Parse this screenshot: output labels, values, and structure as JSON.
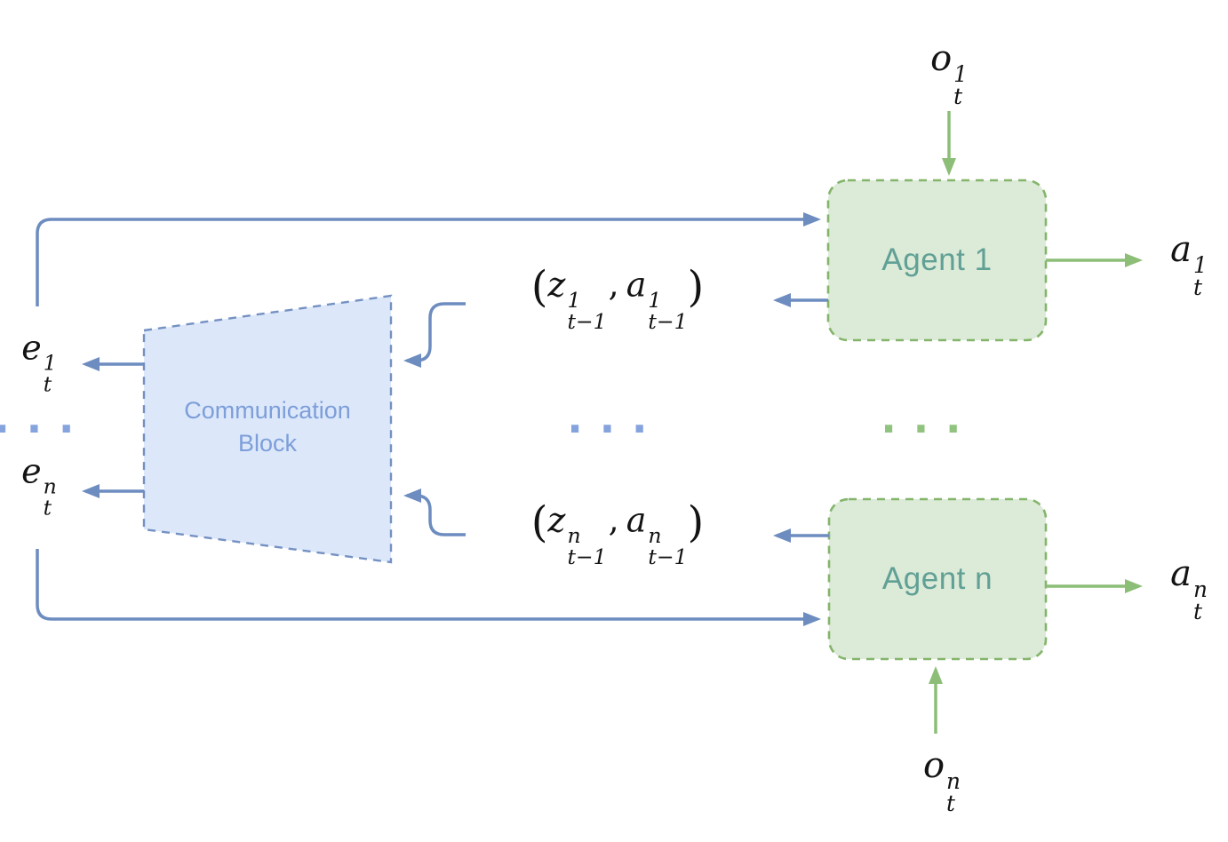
{
  "diagram_title": "multi-agent-communication-architecture",
  "colors": {
    "blue-line": "#6d8cbf",
    "blue-border": "#7591c2",
    "blue-fill": "#dce8fa",
    "blue-text": "#7d9ed9",
    "green-line": "#8cbe77",
    "green-border": "#84b56b",
    "green-fill": "#dcead8",
    "teal-text": "#60a095",
    "dots-blue": "#85a3dd",
    "dots-green": "#90c47e",
    "math-text": "#131313"
  },
  "comm_block": {
    "label_line1": "Communication",
    "label_line2": "Block"
  },
  "agents": {
    "agent1": {
      "label": "Agent 1"
    },
    "agentn": {
      "label": "Agent n"
    }
  },
  "math": {
    "o1": {
      "base": "o",
      "sup": "1",
      "sub": "t"
    },
    "on": {
      "base": "o",
      "sup": "n",
      "sub": "t"
    },
    "a1": {
      "base": "a",
      "sup": "1",
      "sub": "t"
    },
    "an": {
      "base": "a",
      "sup": "n",
      "sub": "t"
    },
    "e1": {
      "base": "e",
      "sup": "1",
      "sub": "t"
    },
    "en": {
      "base": "e",
      "sup": "n",
      "sub": "t"
    },
    "tuple1": {
      "open": "(",
      "z": "z",
      "z_sup": "1",
      "z_sub": "t−1",
      "comma": ",",
      "a": "a",
      "a_sup": "1",
      "a_sub": "t−1",
      "close": ")"
    },
    "tuplen": {
      "open": "(",
      "z": "z",
      "z_sup": "n",
      "z_sub": "t−1",
      "comma": ",",
      "a": "a",
      "a_sup": "n",
      "a_sub": "t−1",
      "close": ")"
    }
  },
  "ellipsis": {
    "left": "···",
    "middle": "···",
    "right": "···"
  }
}
